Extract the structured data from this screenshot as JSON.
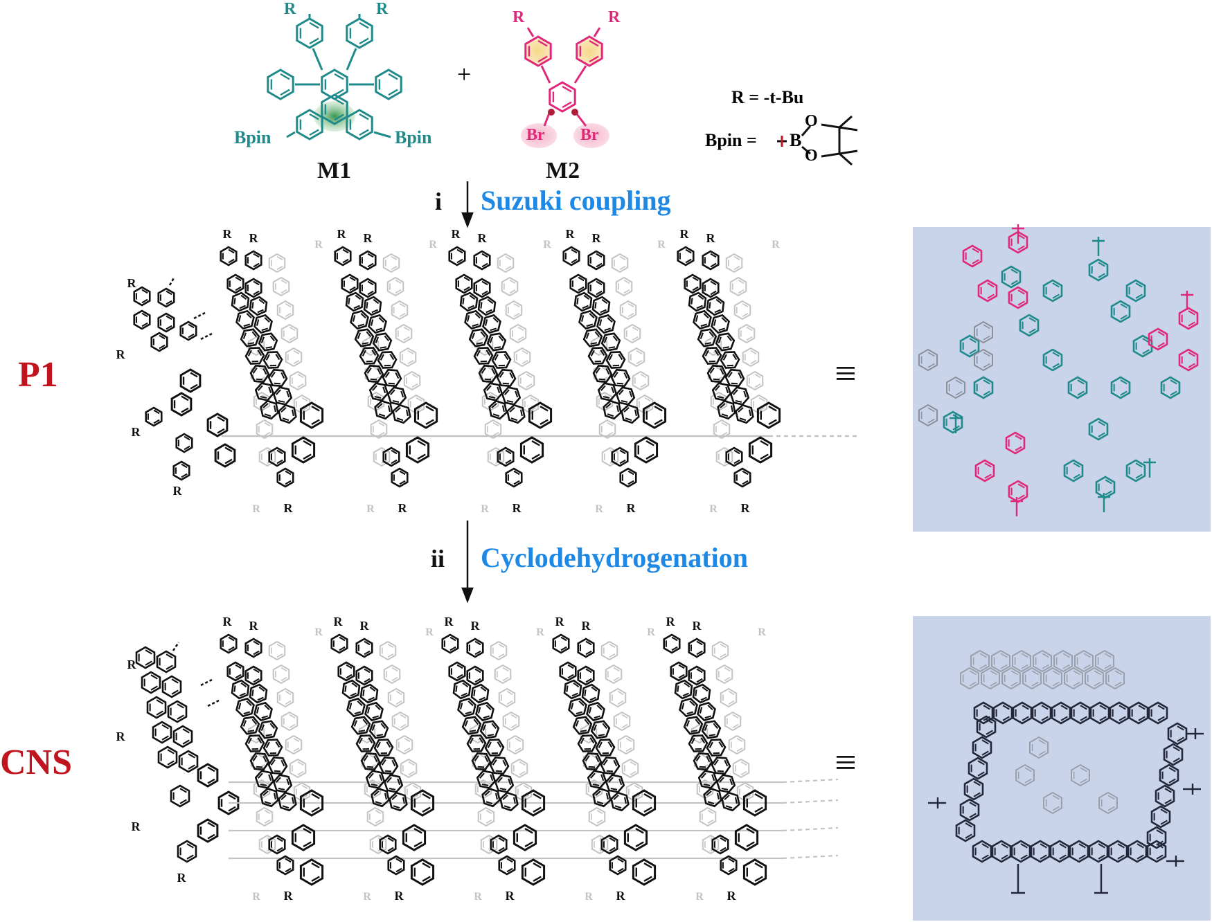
{
  "monomers": {
    "m1": {
      "name": "M1",
      "substituent": "R",
      "group": "Bpin",
      "color": "#1f8a8a"
    },
    "m2": {
      "name": "M2",
      "substituent": "R",
      "halogen": "Br",
      "color": "#e0287a"
    },
    "plus": "+"
  },
  "legend": {
    "r_def": "R = -t-Bu",
    "bpin_prefix": "Bpin =",
    "b": "B",
    "o": "O"
  },
  "steps": {
    "step1": {
      "numeral": "i",
      "reaction": "Suzuki coupling"
    },
    "step2": {
      "numeral": "ii",
      "reaction": "Cyclodehydrogenation"
    }
  },
  "rows": {
    "p1": {
      "label": "P1"
    },
    "cns": {
      "label": "CNS"
    }
  },
  "equiv_symbol": "≡",
  "colors": {
    "teal": "#1f8a8a",
    "magenta": "#e0287a",
    "blue_text": "#1e88e5",
    "red_label": "#c0141e",
    "panel_bg": "#c9d3ea",
    "gray": "#c3c3c3"
  },
  "r_letter": "R"
}
